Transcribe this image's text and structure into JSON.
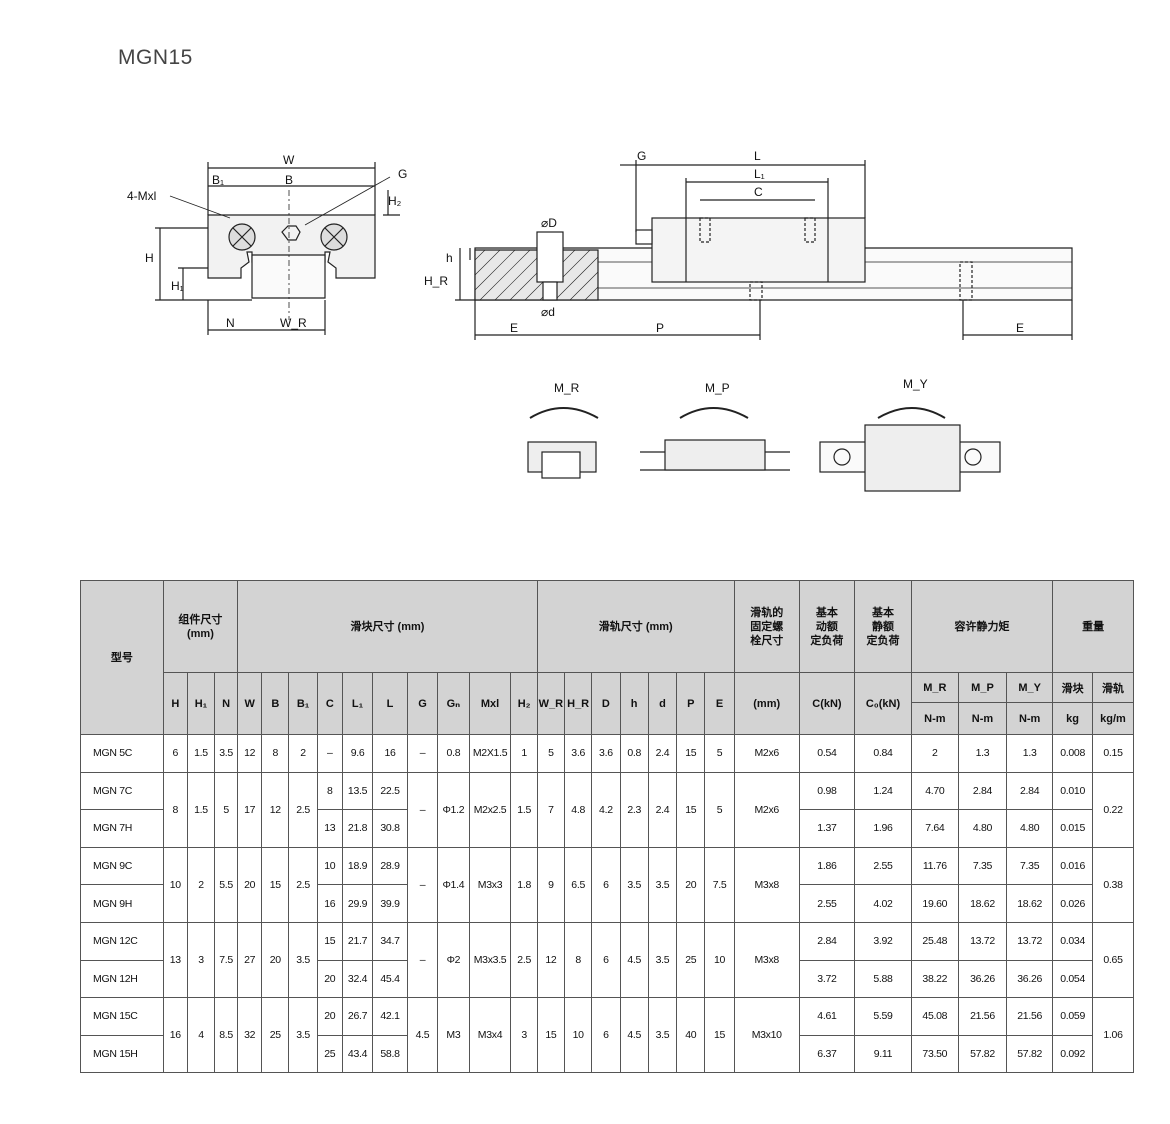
{
  "title": "MGN15",
  "drawing_labels": {
    "front": [
      "W",
      "B₁",
      "B",
      "G",
      "H₂",
      "4-Mxl",
      "H",
      "H₁",
      "N",
      "W_R"
    ],
    "side": [
      "G",
      "L",
      "L₁",
      "C",
      "⌀D",
      "h",
      "H_R",
      "⌀d",
      "E",
      "P",
      "E"
    ],
    "moments": [
      "M_R",
      "M_P",
      "M_Y"
    ]
  },
  "table": {
    "headers": {
      "model": "型号",
      "assembly": "组件尺寸\n(mm)",
      "block": "滑块尺寸 (mm)",
      "rail": "滑轨尺寸 (mm)",
      "bolt": "滑轨的\n固定螺\n栓尺寸",
      "dyn": "基本\n动额\n定负荷",
      "stat": "基本\n静额\n定负荷",
      "moment": "容许静力矩",
      "weight": "重量"
    },
    "subheaders": [
      "H",
      "H₁",
      "N",
      "W",
      "B",
      "B₁",
      "C",
      "L₁",
      "L",
      "G",
      "Gₙ",
      "Mxl",
      "H₂",
      "W_R",
      "H_R",
      "D",
      "h",
      "d",
      "P",
      "E",
      "(mm)",
      "C(kN)",
      "C₀(kN)",
      "M_R",
      "M_P",
      "M_Y",
      "滑块",
      "滑轨"
    ],
    "units": [
      "N-m",
      "N-m",
      "N-m",
      "kg",
      "kg/m"
    ],
    "rows": [
      [
        "MGN 5C",
        "6",
        "1.5",
        "3.5",
        "12",
        "8",
        "2",
        "–",
        "9.6",
        "16",
        "–",
        "0.8",
        "M2X1.5",
        "1",
        "5",
        "3.6",
        "3.6",
        "0.8",
        "2.4",
        "15",
        "5",
        "M2x6",
        "0.54",
        "0.84",
        "2",
        "1.3",
        "1.3",
        "0.008",
        "0.15"
      ],
      [
        "MGN 7C",
        "8",
        "1.5",
        "5",
        "17",
        "12",
        "2.5",
        "8",
        "13.5",
        "22.5",
        "–",
        "Φ1.2",
        "M2x2.5",
        "1.5",
        "7",
        "4.8",
        "4.2",
        "2.3",
        "2.4",
        "15",
        "5",
        "M2x6",
        "0.98",
        "1.24",
        "4.70",
        "2.84",
        "2.84",
        "0.010",
        "0.22"
      ],
      [
        "MGN 7H",
        "",
        "",
        "",
        "",
        "",
        "",
        "13",
        "21.8",
        "30.8",
        "",
        "",
        "",
        "",
        "",
        "",
        "",
        "",
        "",
        "",
        "",
        "",
        "1.37",
        "1.96",
        "7.64",
        "4.80",
        "4.80",
        "0.015",
        ""
      ],
      [
        "MGN 9C",
        "10",
        "2",
        "5.5",
        "20",
        "15",
        "2.5",
        "10",
        "18.9",
        "28.9",
        "–",
        "Φ1.4",
        "M3x3",
        "1.8",
        "9",
        "6.5",
        "6",
        "3.5",
        "3.5",
        "20",
        "7.5",
        "M3x8",
        "1.86",
        "2.55",
        "11.76",
        "7.35",
        "7.35",
        "0.016",
        "0.38"
      ],
      [
        "MGN 9H",
        "",
        "",
        "",
        "",
        "",
        "",
        "16",
        "29.9",
        "39.9",
        "",
        "",
        "",
        "",
        "",
        "",
        "",
        "",
        "",
        "",
        "",
        "",
        "2.55",
        "4.02",
        "19.60",
        "18.62",
        "18.62",
        "0.026",
        ""
      ],
      [
        "MGN 12C",
        "13",
        "3",
        "7.5",
        "27",
        "20",
        "3.5",
        "15",
        "21.7",
        "34.7",
        "–",
        "Φ2",
        "M3x3.5",
        "2.5",
        "12",
        "8",
        "6",
        "4.5",
        "3.5",
        "25",
        "10",
        "M3x8",
        "2.84",
        "3.92",
        "25.48",
        "13.72",
        "13.72",
        "0.034",
        "0.65"
      ],
      [
        "MGN 12H",
        "",
        "",
        "",
        "",
        "",
        "",
        "20",
        "32.4",
        "45.4",
        "",
        "",
        "",
        "",
        "",
        "",
        "",
        "",
        "",
        "",
        "",
        "",
        "3.72",
        "5.88",
        "38.22",
        "36.26",
        "36.26",
        "0.054",
        ""
      ],
      [
        "MGN 15C",
        "16",
        "4",
        "8.5",
        "32",
        "25",
        "3.5",
        "20",
        "26.7",
        "42.1",
        "4.5",
        "M3",
        "M3x4",
        "3",
        "15",
        "10",
        "6",
        "4.5",
        "3.5",
        "40",
        "15",
        "M3x10",
        "4.61",
        "5.59",
        "45.08",
        "21.56",
        "21.56",
        "0.059",
        "1.06"
      ],
      [
        "MGN 15H",
        "",
        "",
        "",
        "",
        "",
        "",
        "25",
        "43.4",
        "58.8",
        "",
        "",
        "",
        "",
        "",
        "",
        "",
        "",
        "",
        "",
        "",
        "",
        "6.37",
        "9.11",
        "73.50",
        "57.82",
        "57.82",
        "0.092",
        ""
      ]
    ]
  }
}
